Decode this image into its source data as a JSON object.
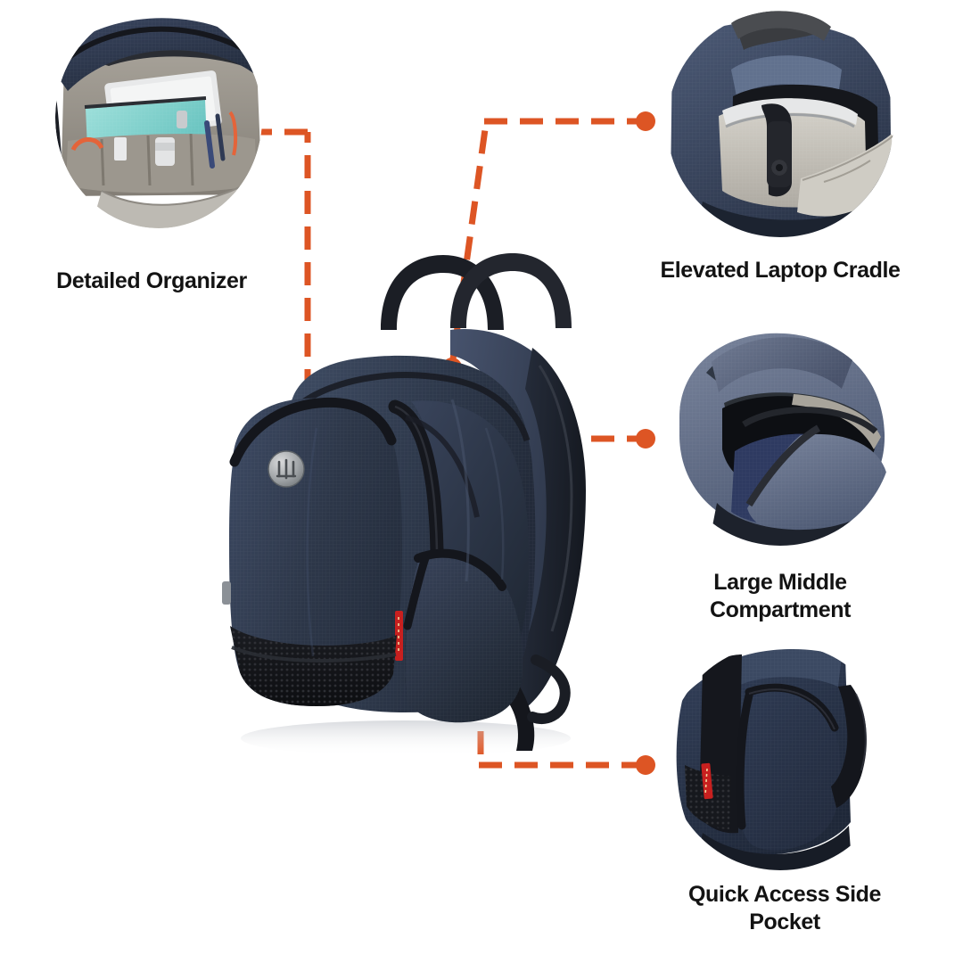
{
  "page": {
    "background": "#ffffff",
    "accent_color": "#DD5524",
    "text_color": "#131313",
    "product": "navy backpack feature infographic"
  },
  "product_image": {
    "name": "backpack-main-view",
    "body_color": "#303A4E",
    "trim_color": "#15161A",
    "logo_badge": "circular metal logo badge",
    "brand_tab_color": "#C8201F"
  },
  "callouts": [
    {
      "id": "detailed-organizer",
      "label": "Detailed Organizer",
      "photo_alt": "open backpack showing grey organizer pockets with tablet, teal pouch, cables and pens",
      "photo_colors": {
        "shell": "#2F3A4F",
        "lining": "#9A958E",
        "accent": "#7FD4D0"
      }
    },
    {
      "id": "elevated-laptop-cradle",
      "label": "Elevated Laptop Cradle",
      "photo_alt": "laptop inside light grey padded sleeve with black strap buckle",
      "photo_colors": {
        "shell": "#46506A",
        "lining": "#C9C6BF",
        "accent": "#1B1C20"
      }
    },
    {
      "id": "large-middle-compartment",
      "label": "Large Middle\nCompartment",
      "photo_alt": "open middle compartment showing dark interior cavity and navy divider",
      "photo_colors": {
        "shell": "#66708A",
        "lining": "#0E1014",
        "accent": "#31406B"
      }
    },
    {
      "id": "quick-access-side-pocket",
      "label": "Quick Access Side\nPocket",
      "photo_alt": "navy side pocket with black zipper, red brand tab and black strap",
      "photo_colors": {
        "shell": "#273247",
        "lining": "#111318",
        "accent": "#C8201F"
      }
    }
  ]
}
